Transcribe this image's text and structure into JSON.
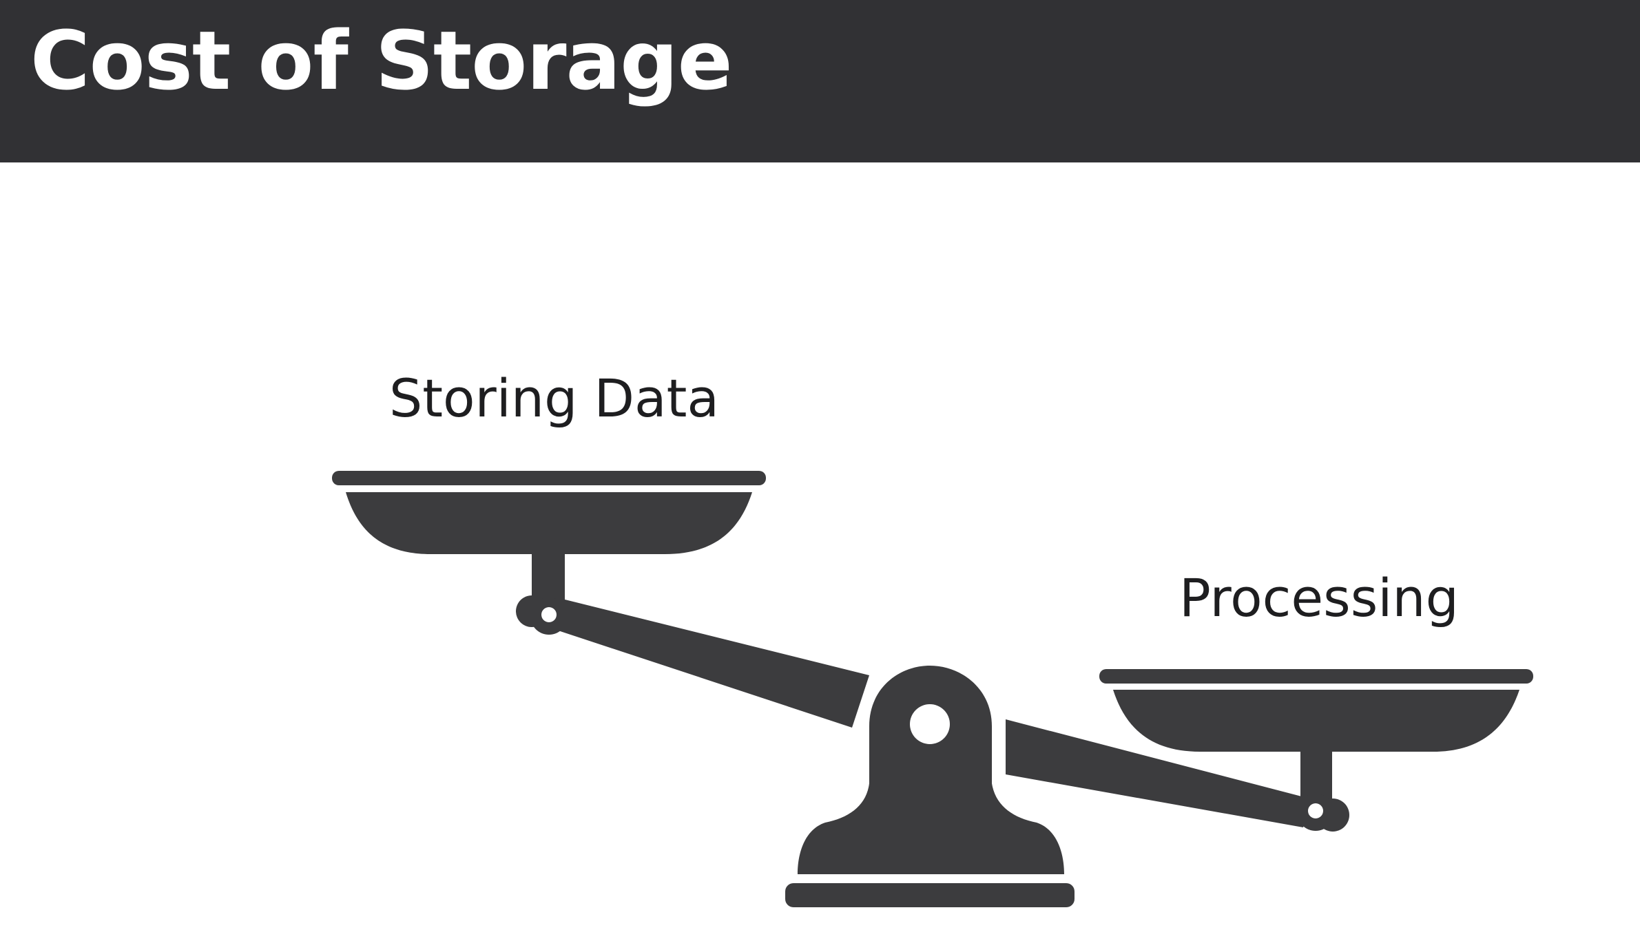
{
  "slide": {
    "title": "Cost of Storage"
  },
  "diagram": {
    "left_pan_label": "Storing Data",
    "right_pan_label": "Processing",
    "icon": "balance-scale-icon",
    "colors": {
      "header_background": "#313134",
      "icon_fill": "#3c3c3e",
      "text": "#1e1e20"
    }
  }
}
